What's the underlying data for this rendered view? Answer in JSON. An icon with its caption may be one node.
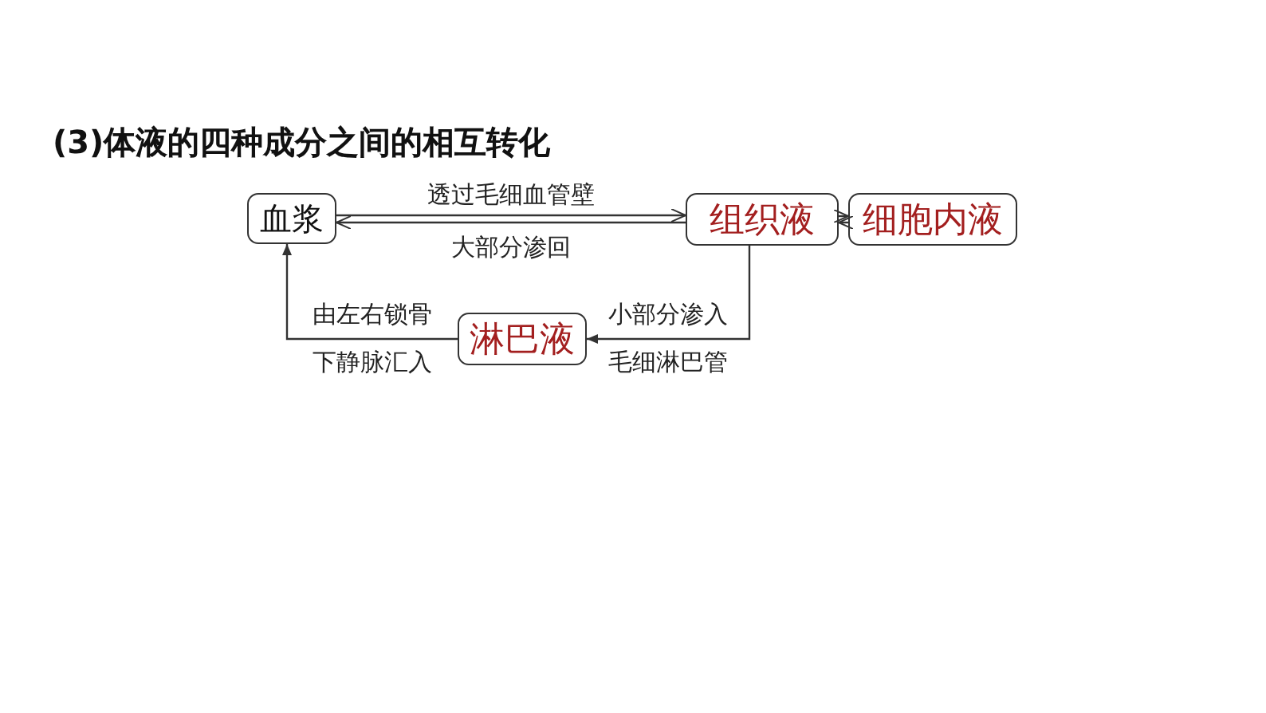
{
  "diagram": {
    "title": "(3)体液的四种成分之间的相互转化",
    "nodes": [
      {
        "text": [
          "血浆"
        ]
      },
      {
        "text": [
          "组织液"
        ]
      },
      {
        "text": [
          "细胞内液"
        ]
      },
      {
        "text": [
          "淋巴液"
        ]
      }
    ],
    "edges": [
      {
        "from": 0,
        "to": 1,
        "arrow": "to",
        "label": "透过毛细血管壁"
      },
      {
        "from": 1,
        "to": 0,
        "arrow": "to",
        "label": "大部分渗回"
      },
      {
        "from": 1,
        "to": 2,
        "arrow": "to"
      },
      {
        "from": 2,
        "to": 1,
        "arrow": "to"
      },
      {
        "from": 1,
        "to": 3,
        "arrow": "to",
        "label": "小部分渗入毛细淋巴管"
      },
      {
        "from": 3,
        "to": 0,
        "arrow": "to",
        "label": "由左右锁骨下静脉汇入"
      }
    ]
  }
}
